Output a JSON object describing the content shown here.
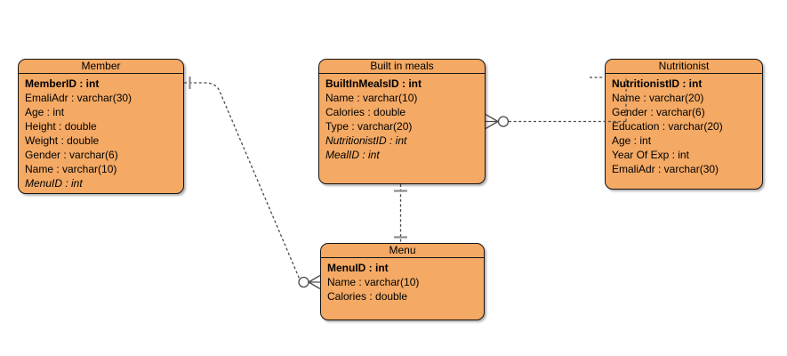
{
  "diagram": {
    "background": "#ffffff",
    "entities": [
      {
        "id": "member",
        "title": "Member",
        "rows": [
          {
            "text": "MemberID : int",
            "style": "pk"
          },
          {
            "text": "EmaliAdr : varchar(30)",
            "style": "plain"
          },
          {
            "text": "Age : int",
            "style": "plain"
          },
          {
            "text": "Height : double",
            "style": "plain"
          },
          {
            "text": "Weight : double",
            "style": "plain"
          },
          {
            "text": "Gender : varchar(6)",
            "style": "plain"
          },
          {
            "text": "Name : varchar(10)",
            "style": "plain"
          },
          {
            "text": "MenuID : int",
            "style": "fk"
          }
        ]
      },
      {
        "id": "built-in-meals",
        "title": "Built in meals",
        "rows": [
          {
            "text": "BuiltInMealsID : int",
            "style": "pk"
          },
          {
            "text": "Name : varchar(10)",
            "style": "plain"
          },
          {
            "text": "Calories : double",
            "style": "plain"
          },
          {
            "text": "Type : varchar(20)",
            "style": "plain"
          },
          {
            "text": "NutritionistID : int",
            "style": "fk"
          },
          {
            "text": "MealID : int",
            "style": "fk"
          }
        ]
      },
      {
        "id": "nutritionist",
        "title": "Nutritionist",
        "rows": [
          {
            "text": "NutritionistID : int",
            "style": "pk"
          },
          {
            "text": "Name : varchar(20)",
            "style": "plain"
          },
          {
            "text": "Gender : varchar(6)",
            "style": "plain"
          },
          {
            "text": "Education : varchar(20)",
            "style": "plain"
          },
          {
            "text": "Age : int",
            "style": "plain"
          },
          {
            "text": "Year Of Exp : int",
            "style": "plain"
          },
          {
            "text": "EmaliAdr : varchar(30)",
            "style": "plain"
          }
        ]
      },
      {
        "id": "menu",
        "title": "Menu",
        "rows": [
          {
            "text": "MenuID : int",
            "style": "pk"
          },
          {
            "text": "Name : varchar(10)",
            "style": "plain"
          },
          {
            "text": "Calories : double",
            "style": "plain"
          }
        ]
      }
    ],
    "connectors": [
      {
        "id": "member-menu",
        "from": "Member",
        "to": "Menu",
        "from_cardinality": "one",
        "to_cardinality": "zero-or-many",
        "line": "dashed"
      },
      {
        "id": "built-in-meals-nutritionist",
        "from": "Built in meals",
        "to": "Nutritionist",
        "from_cardinality": "zero-or-many",
        "to_cardinality": "one",
        "line": "dashed"
      },
      {
        "id": "built-in-meals-menu",
        "from": "Built in meals",
        "to": "Menu",
        "from_cardinality": "one",
        "to_cardinality": "one",
        "line": "dashed"
      }
    ],
    "colors": {
      "entity_fill": "#F4A964",
      "entity_stroke": "#141414",
      "connector_line": "#4a4a4a",
      "cardinality_tick": "#8c8c8c",
      "background": "#ffffff"
    }
  }
}
